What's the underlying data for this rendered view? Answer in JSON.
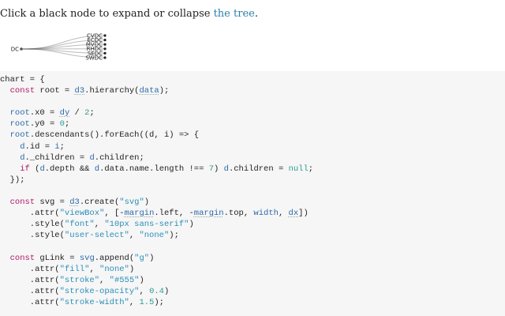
{
  "intro": {
    "text_before": "Click a black node to expand or collapse ",
    "link": "the tree",
    "text_after": "."
  },
  "tree": {
    "root": "DC",
    "children": [
      "CVDC",
      "ECDC",
      "MVDC",
      "RHDC",
      "SEDC",
      "SWDC"
    ]
  },
  "code": {
    "lines": [
      [
        {
          "t": "chart = {"
        }
      ],
      [
        {
          "t": "  "
        },
        {
          "t": "const",
          "c": "kw"
        },
        {
          "t": " root = "
        },
        {
          "t": "d3",
          "c": "ref"
        },
        {
          "t": ".hierarchy("
        },
        {
          "t": "data",
          "c": "ref"
        },
        {
          "t": ");"
        }
      ],
      [
        {
          "t": ""
        }
      ],
      [
        {
          "t": "  "
        },
        {
          "t": "root",
          "c": "var"
        },
        {
          "t": ".x0 = "
        },
        {
          "t": "dy",
          "c": "ref"
        },
        {
          "t": " / "
        },
        {
          "t": "2",
          "c": "num"
        },
        {
          "t": ";"
        }
      ],
      [
        {
          "t": "  "
        },
        {
          "t": "root",
          "c": "var"
        },
        {
          "t": ".y0 = "
        },
        {
          "t": "0",
          "c": "num"
        },
        {
          "t": ";"
        }
      ],
      [
        {
          "t": "  "
        },
        {
          "t": "root",
          "c": "var"
        },
        {
          "t": ".descendants().forEach((d, i) => {"
        }
      ],
      [
        {
          "t": "    "
        },
        {
          "t": "d",
          "c": "var"
        },
        {
          "t": ".id = "
        },
        {
          "t": "i",
          "c": "var"
        },
        {
          "t": ";"
        }
      ],
      [
        {
          "t": "    "
        },
        {
          "t": "d",
          "c": "var"
        },
        {
          "t": "._children = "
        },
        {
          "t": "d",
          "c": "var"
        },
        {
          "t": ".children;"
        }
      ],
      [
        {
          "t": "    "
        },
        {
          "t": "if",
          "c": "kw"
        },
        {
          "t": " ("
        },
        {
          "t": "d",
          "c": "var"
        },
        {
          "t": ".depth && "
        },
        {
          "t": "d",
          "c": "var"
        },
        {
          "t": ".data.name.length !== "
        },
        {
          "t": "7",
          "c": "num"
        },
        {
          "t": ") "
        },
        {
          "t": "d",
          "c": "var"
        },
        {
          "t": ".children = "
        },
        {
          "t": "null",
          "c": "num"
        },
        {
          "t": ";"
        }
      ],
      [
        {
          "t": "  });"
        }
      ],
      [
        {
          "t": ""
        }
      ],
      [
        {
          "t": "  "
        },
        {
          "t": "const",
          "c": "kw"
        },
        {
          "t": " svg = "
        },
        {
          "t": "d3",
          "c": "ref"
        },
        {
          "t": ".create("
        },
        {
          "t": "\"svg\"",
          "c": "str"
        },
        {
          "t": ")"
        }
      ],
      [
        {
          "t": "      .attr("
        },
        {
          "t": "\"viewBox\"",
          "c": "str"
        },
        {
          "t": ", [-"
        },
        {
          "t": "margin",
          "c": "ref"
        },
        {
          "t": ".left, -"
        },
        {
          "t": "margin",
          "c": "ref"
        },
        {
          "t": ".top, "
        },
        {
          "t": "width",
          "c": "var"
        },
        {
          "t": ", "
        },
        {
          "t": "dx",
          "c": "ref"
        },
        {
          "t": "])"
        }
      ],
      [
        {
          "t": "      .style("
        },
        {
          "t": "\"font\"",
          "c": "str"
        },
        {
          "t": ", "
        },
        {
          "t": "\"10px sans-serif\"",
          "c": "str"
        },
        {
          "t": ")"
        }
      ],
      [
        {
          "t": "      .style("
        },
        {
          "t": "\"user-select\"",
          "c": "str"
        },
        {
          "t": ", "
        },
        {
          "t": "\"none\"",
          "c": "str"
        },
        {
          "t": ");"
        }
      ],
      [
        {
          "t": ""
        }
      ],
      [
        {
          "t": "  "
        },
        {
          "t": "const",
          "c": "kw"
        },
        {
          "t": " gLink = "
        },
        {
          "t": "svg",
          "c": "var"
        },
        {
          "t": ".append("
        },
        {
          "t": "\"g\"",
          "c": "str"
        },
        {
          "t": ")"
        }
      ],
      [
        {
          "t": "      .attr("
        },
        {
          "t": "\"fill\"",
          "c": "str"
        },
        {
          "t": ", "
        },
        {
          "t": "\"none\"",
          "c": "str"
        },
        {
          "t": ")"
        }
      ],
      [
        {
          "t": "      .attr("
        },
        {
          "t": "\"stroke\"",
          "c": "str"
        },
        {
          "t": ", "
        },
        {
          "t": "\"#555\"",
          "c": "str"
        },
        {
          "t": ")"
        }
      ],
      [
        {
          "t": "      .attr("
        },
        {
          "t": "\"stroke-opacity\"",
          "c": "str"
        },
        {
          "t": ", "
        },
        {
          "t": "0.4",
          "c": "num"
        },
        {
          "t": ")"
        }
      ],
      [
        {
          "t": "      .attr("
        },
        {
          "t": "\"stroke-width\"",
          "c": "str"
        },
        {
          "t": ", "
        },
        {
          "t": "1.5",
          "c": "num"
        },
        {
          "t": ");"
        }
      ]
    ]
  }
}
